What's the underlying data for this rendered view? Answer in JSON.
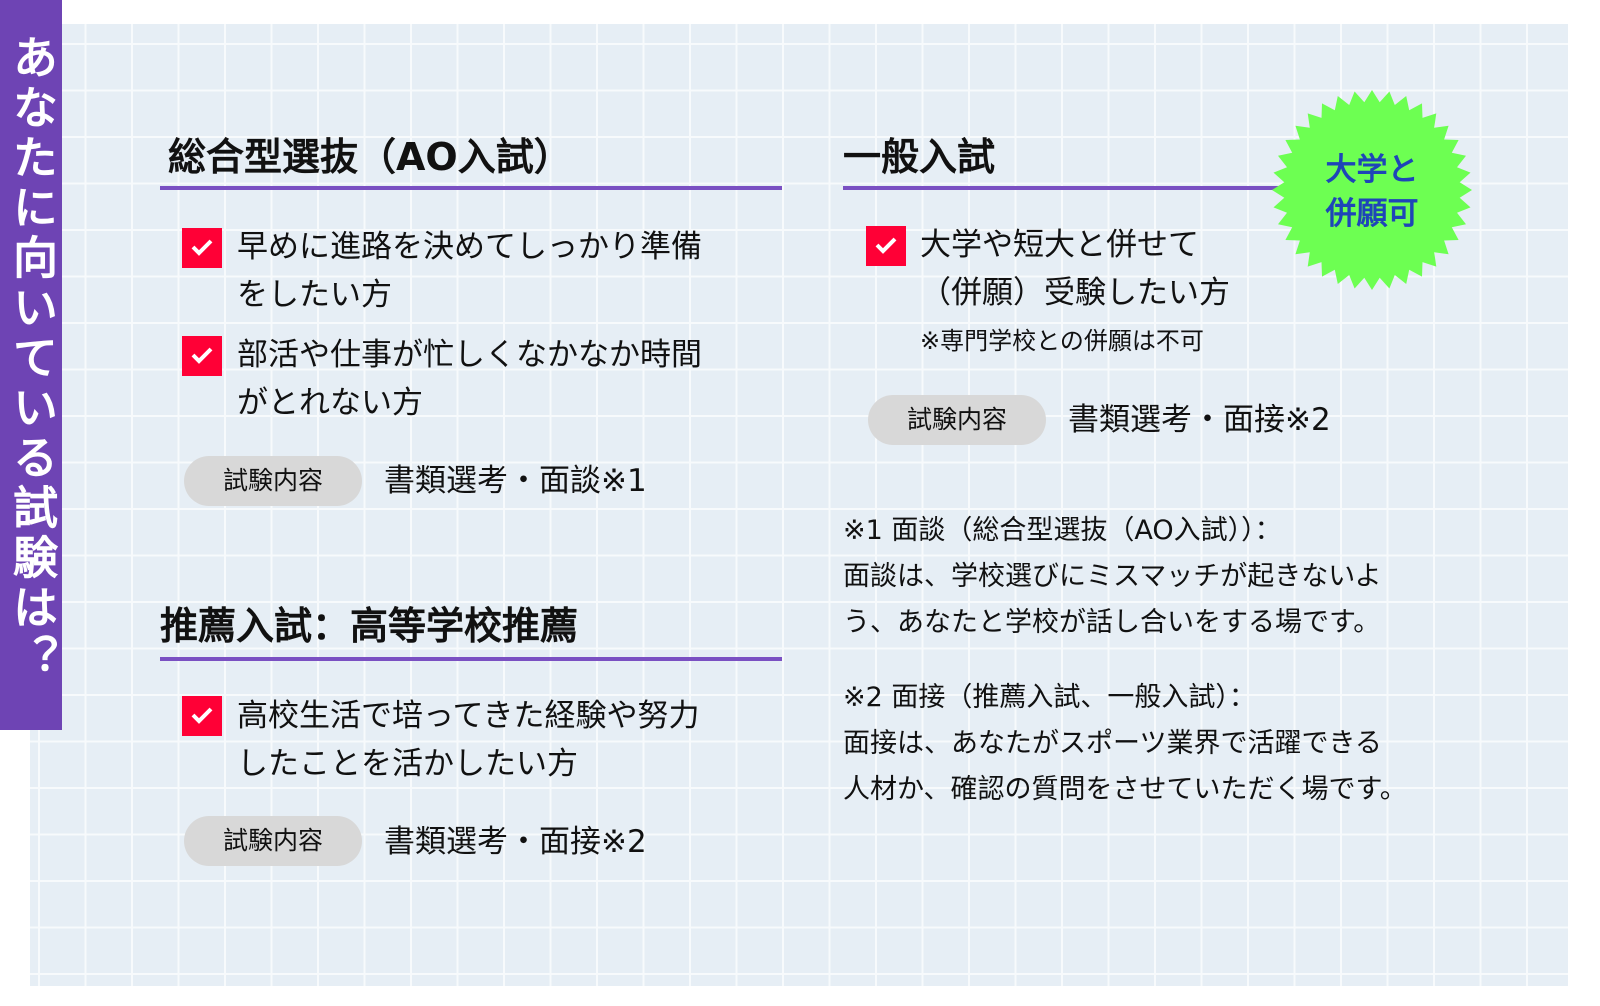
{
  "sidebar_title": "あなたに向いている試験は？",
  "colors": {
    "accent": "#6e44b4",
    "check": "#ff0036",
    "badge": "#6dff52",
    "badge_text": "#1e45b8"
  },
  "ao": {
    "heading": "総合型選抜（AO入試）",
    "items": [
      {
        "lines": [
          "早めに進路を決めてしっかり準備",
          "をしたい方"
        ]
      },
      {
        "lines": [
          "部活や仕事が忙しくなかなか時間",
          "がとれない方"
        ]
      }
    ],
    "pill": "試験内容",
    "value": "書類選考・面談※1"
  },
  "suisen": {
    "heading_bold": "推薦入試：",
    "heading_rest": "高等学校推薦",
    "items": [
      {
        "lines": [
          "高校生活で培ってきた経験や努力",
          "したことを活かしたい方"
        ]
      }
    ],
    "pill": "試験内容",
    "value": "書類選考・面接※2"
  },
  "ippan": {
    "heading": "一般入試",
    "items": [
      {
        "lines": [
          "大学や短大と併せて",
          "（併願）受験したい方"
        ]
      }
    ],
    "note": "※専門学校との併願は不可",
    "pill": "試験内容",
    "value": "書類選考・面接※2",
    "badge_lines": [
      "大学と",
      "併願可"
    ]
  },
  "footnotes": [
    {
      "lines": [
        "※1 面談（総合型選抜（AO入試））：",
        "面談は、学校選びにミスマッチが起きないよ",
        "う、あなたと学校が話し合いをする場です。"
      ]
    },
    {
      "lines": [
        "※2 面接（推薦入試、一般入試）：",
        "面接は、あなたがスポーツ業界で活躍できる",
        "人材か、確認の質問をさせていただく場です。"
      ]
    }
  ]
}
